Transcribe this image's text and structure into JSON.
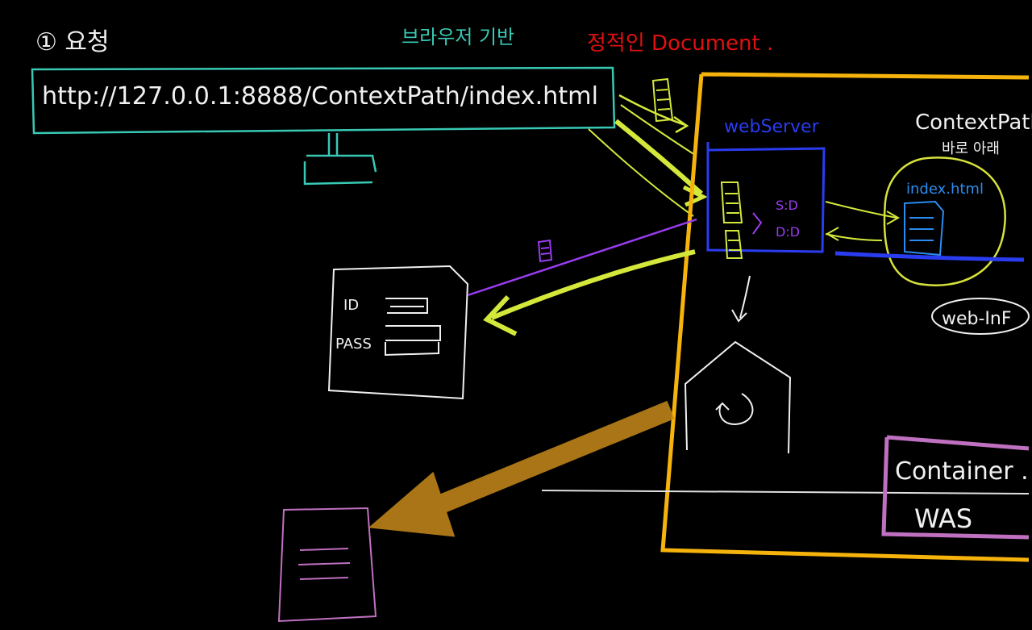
{
  "step_label": "① 요청",
  "browser_label": "브라우저 기반",
  "static_label": "정적인 Document .",
  "url": "http://127.0.0.1:8888/ContextPath/index.html",
  "webserver_label": "webServer",
  "webserver_inner": [
    "S:D",
    "D:D"
  ],
  "contextpath_label": "ContextPath",
  "contextpath_sub": "바로 아래",
  "index_label": "index.html",
  "webinf_label": "web-InF",
  "form_fields": [
    "ID",
    "PASS"
  ],
  "container_label": "Container .",
  "was_label": "WAS",
  "colors": {
    "url_box": "#38c9b4",
    "browser_text": "#38c9b4",
    "static_text": "#e01010",
    "frame": "#f5b30c",
    "webserver": "#2a3cf0",
    "contextpath_circle": "#d6e23a",
    "arrow_lime": "#d4e83c",
    "purple": "#9a3cf0",
    "was_box": "#c070c0",
    "orange_arrow": "#c88a1a"
  }
}
